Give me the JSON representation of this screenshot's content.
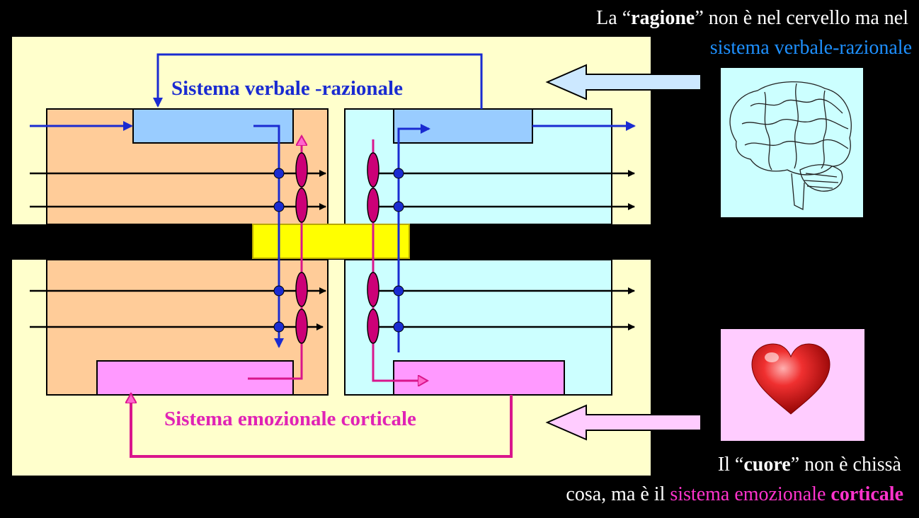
{
  "top_caption": {
    "line1_prefix": "La “",
    "line1_bold": "ragione",
    "line1_suffix": "” non è nel cervello ma nel",
    "line2": "sistema verbale-razionale"
  },
  "bottom_caption": {
    "line1_prefix": "Il “",
    "line1_bold": "cuore",
    "line1_suffix": "” non è chissà",
    "line2_prefix": "cosa, ma è il ",
    "line2_pink": "sistema emozionale ",
    "line2_pink_bold": "corticale"
  },
  "diagram": {
    "verbal_label": "Sistema verbale -razionale",
    "emotional_label": "Sistema emozionale corticale"
  },
  "icons": {
    "brain": "brain-icon",
    "heart": "heart-icon"
  },
  "colors": {
    "background": "#000000",
    "panel": "#ffffcc",
    "left_hemisphere": "#ffcc99",
    "right_hemisphere": "#ccffff",
    "verbal_box": "#99ccff",
    "emotional_box": "#ff99ff",
    "corpus_callosum": "#ffff00",
    "blue_arrow": "#1a2bd1",
    "magenta_arrow": "#d9168c",
    "caption_blue": "#1e90ff",
    "caption_pink": "#ff33cc"
  }
}
